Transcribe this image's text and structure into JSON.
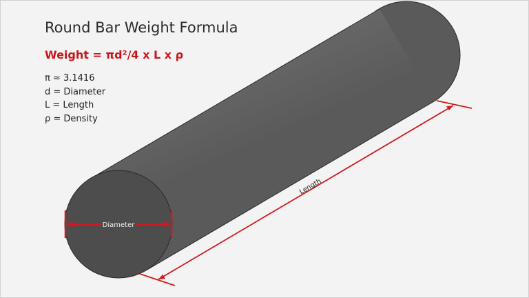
{
  "title": "Round Bar Weight Formula",
  "formula": "Weight = πd²/4 x L x ρ",
  "legend": [
    "π ≈ 3.1416",
    "d = Diameter",
    "L = Length",
    "ρ = Density"
  ],
  "diagram": {
    "diameter_label": "Diameter",
    "length_label": "Length",
    "colors": {
      "bar": "#555555",
      "dimension": "#d01a1f",
      "background": "#f3f3f3"
    }
  }
}
